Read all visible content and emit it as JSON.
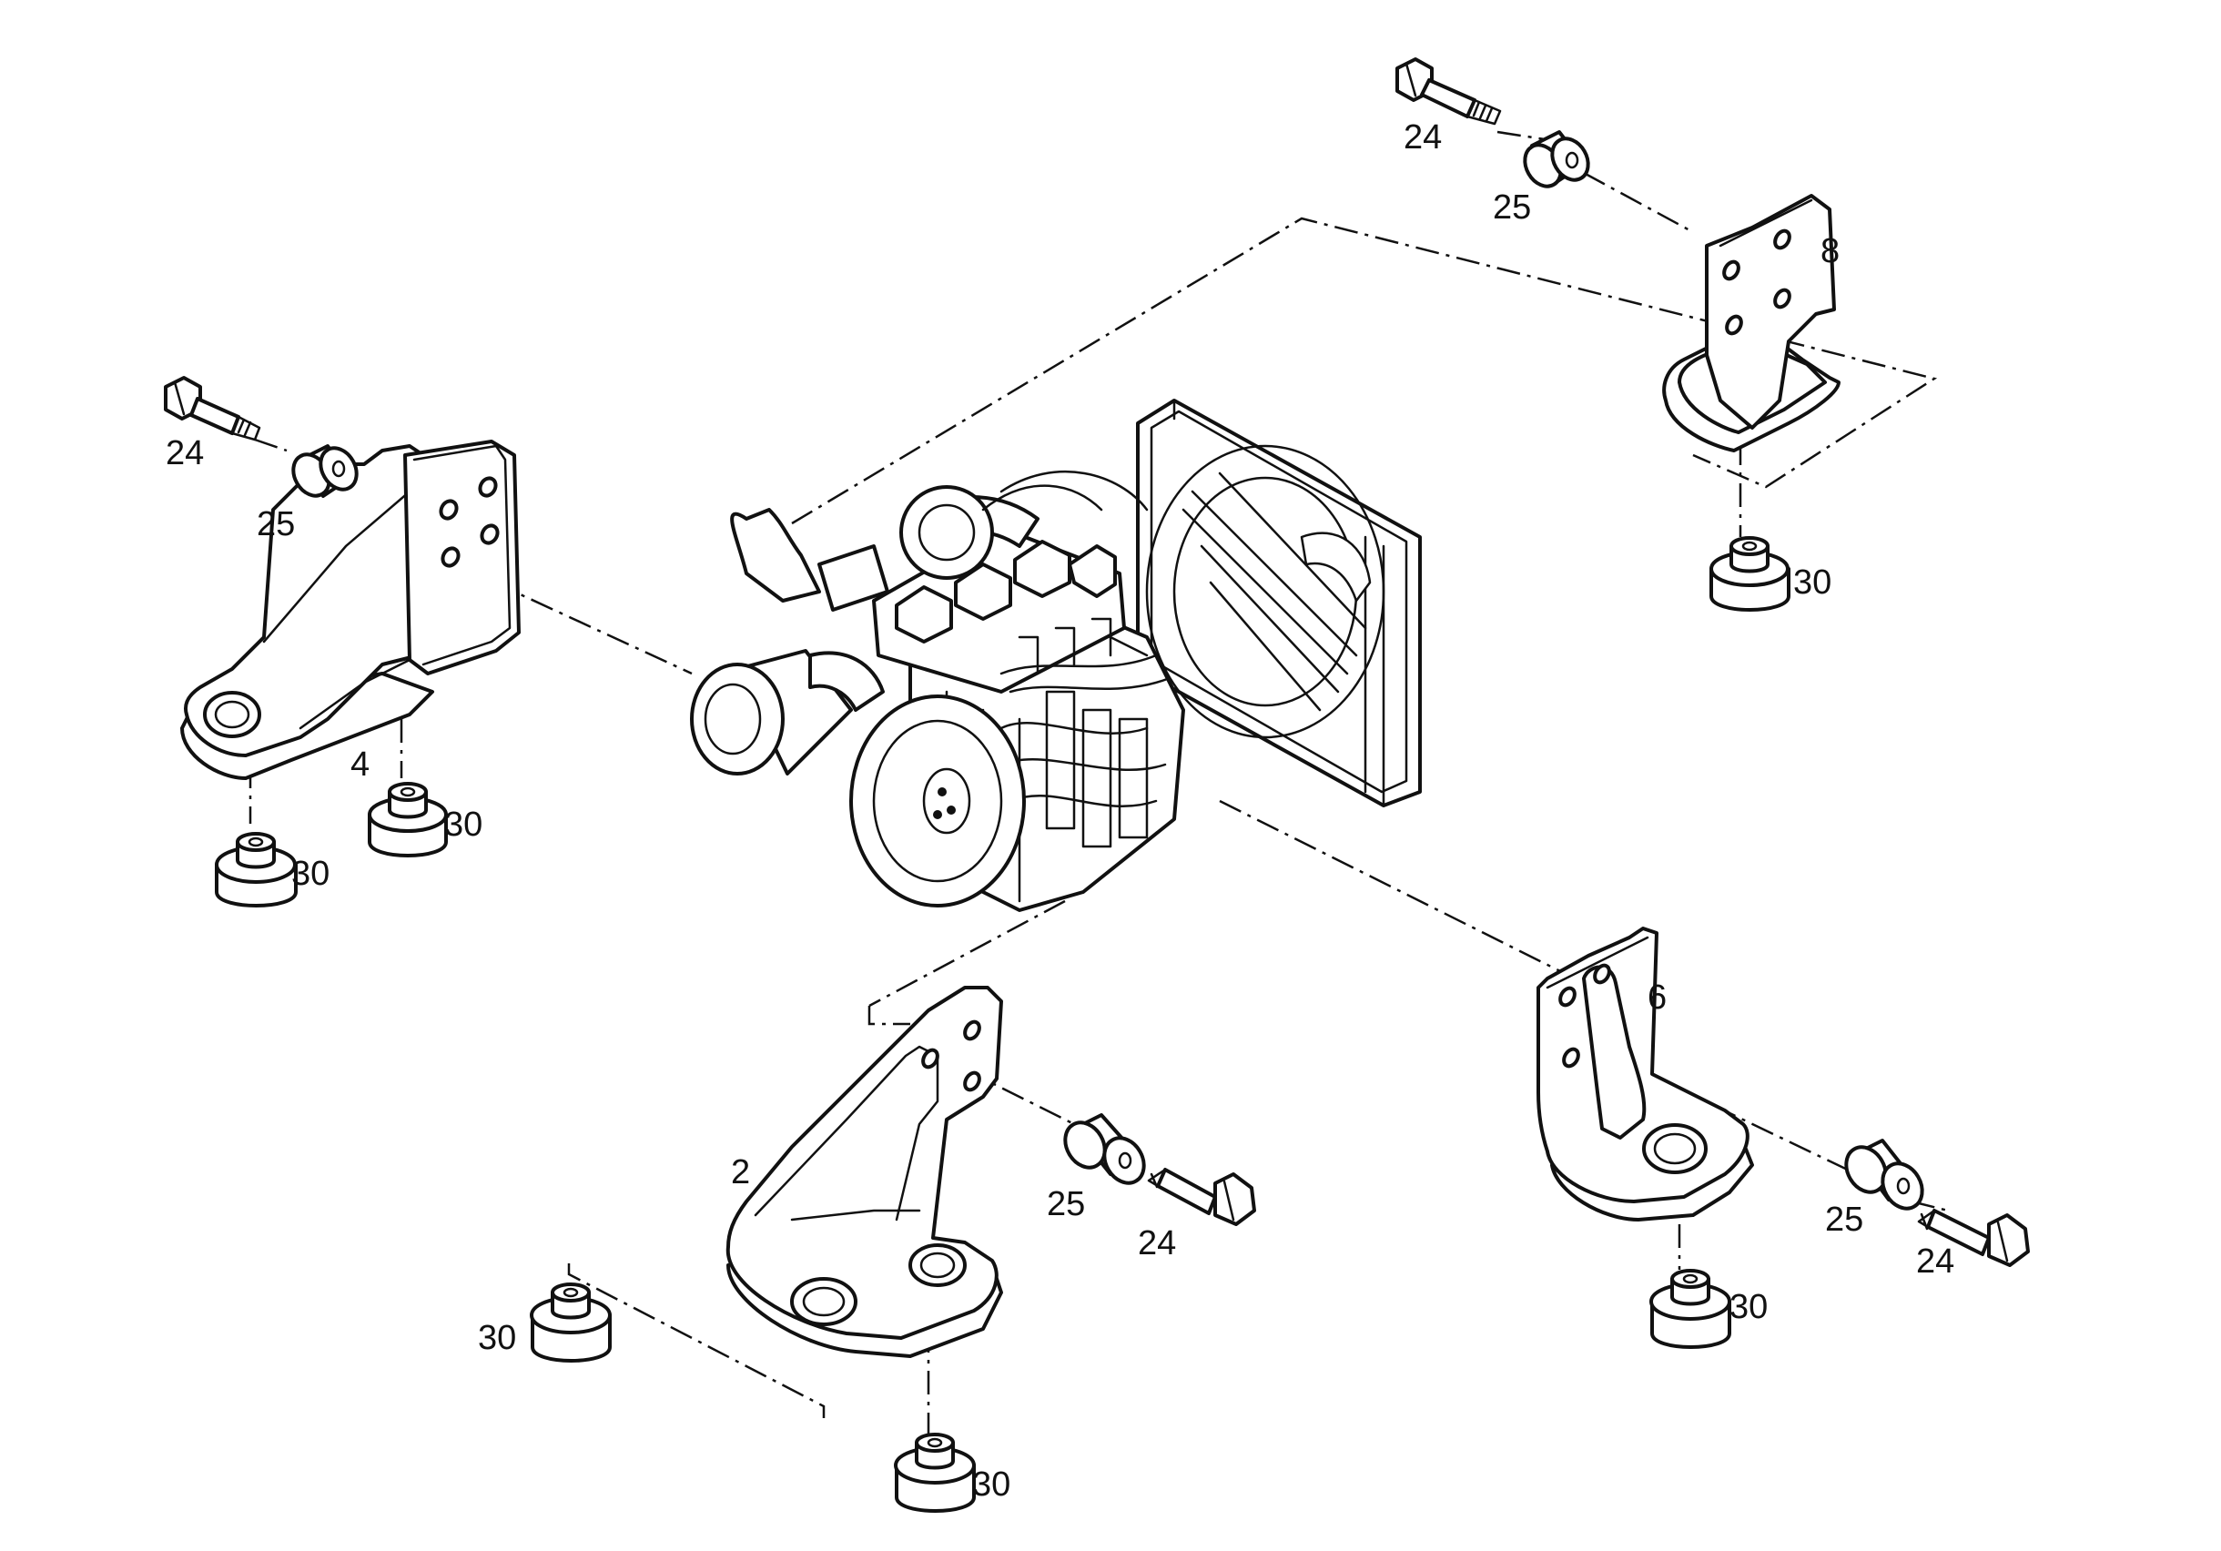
{
  "callouts": {
    "bracket_front_left": "2",
    "bracket_rear_left": "4",
    "bracket_front_right": "6",
    "bracket_rear_right": "8",
    "bolt": "24",
    "spacer": "25",
    "mount": "30"
  }
}
